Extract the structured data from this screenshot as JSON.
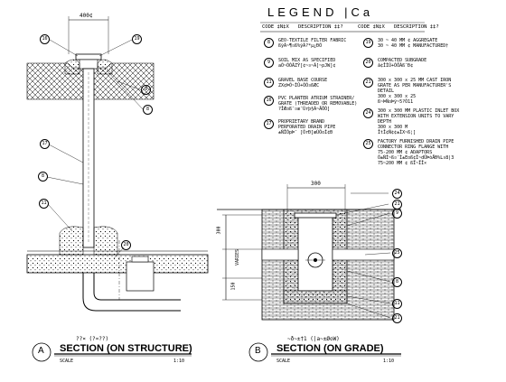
{
  "legend": {
    "title": "LEGEND |Ca",
    "col_header_code": "CODE ‡N‡X",
    "col_header_desc": "DESCRIPTION ‡‡?",
    "left_items": [
      {
        "code": "8",
        "text": "GEO-TEXTILE FILTER FABRIC\nßÿÀ~¶¤ß%ÿÀ?*µ¿ÐÕ"
      },
      {
        "code": "9",
        "text": "SOIL MIX AS SPECIFIED\naÕ~ÕÒÃZÝ[¢~¤~Ã]~pJW]¢"
      },
      {
        "code": "11",
        "text": "GRAVEL BASE COURSE\nZX¢ÞÕ~ÍÛ+ÕÕ¤ßÆC"
      },
      {
        "code": "16",
        "text": "PVC PLANTER ATRIUM STRAINER/\nGRATE (THREADED OR REMOVABLE)\n?ÎÆoß¯¤æ¯Úrþ§Ã~ÄÔÒ]"
      },
      {
        "code": "17",
        "text": "PROPRIETARY BRAND\nPERFORATED DRAIN PIPE\n±ÑÏÒpÞ¯ [ÕrÐ]æÚÕoÍ¢Ð"
      }
    ],
    "right_items": [
      {
        "code": "19",
        "text": "30 ~ 40 MM ¢ AGGREGATE\n30 ~ 40 MM ¢ MANUFACTURED†"
      },
      {
        "code": "20",
        "text": "COMPACTED SUBGRADE\nâ¢ÎÌÙ+ÒÖÀß¯Ð¢"
      },
      {
        "code": "21",
        "text": "300 x 300 x 25 MM CAST IRON\nGRATE AS PER MANUFACTURER'S\nDETAIL\n300 x 300 x 25\nß~ÞÑoÞÿ~5?Ó11"
      },
      {
        "code": "24",
        "text": "300 x 300 MM PLASTIC INLET BOX\nWITH EXTENSION UNITS TO VARY\nDEPTH\n300 x 300 M\nÎtÎ¢Ñ¢¢±ÍX~ß¦]"
      },
      {
        "code": "25",
        "text": "FACTORY FURNISHED DRAIN PIPE\nCONNECTOR RING FLANGE WITH\n75-200 MM ¢ ADAPTORS\nÕ±ÑÍ~ß¤¨Ì±Eoß¢Ì~dÜÞòÅÐ%L¤8|3\n75~200 MM ¢ ßÏ~ÏÎ×"
      }
    ]
  },
  "section_a": {
    "top_dim": "400¢",
    "callouts": [
      "16",
      "19",
      "8",
      "9",
      "17",
      "8",
      "11",
      "20"
    ],
    "letter": "A",
    "subtitle_chinese": "??¤ (?¤??)",
    "title": "SECTION (ON STRUCTURE)",
    "scale_label": "SCALE",
    "scale_value": "1:10"
  },
  "section_b": {
    "top_dim": "300",
    "left_dim_1": "300",
    "left_dim_2": "VARIES",
    "left_dim_3": "150",
    "callouts": [
      "24",
      "21",
      "9",
      "25",
      "8",
      "11",
      "21"
    ],
    "letter": "B",
    "subtitle_chinese": "~ð~±†1 (|a~±ØoW)",
    "title": "SECTION (ON GRADE)",
    "scale_label": "SCALE",
    "scale_value": "1:10"
  }
}
